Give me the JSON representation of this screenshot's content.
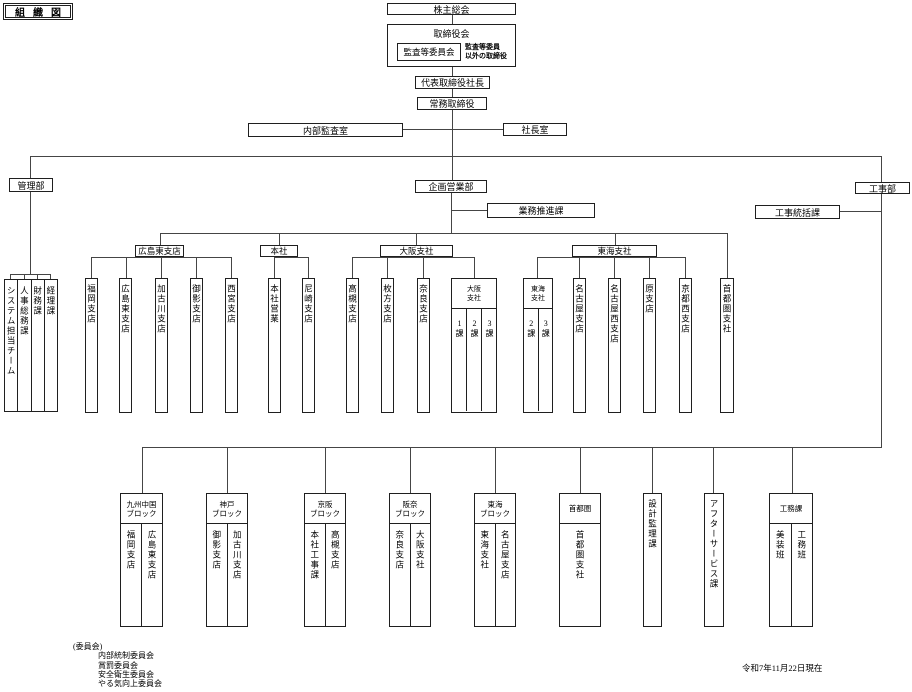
{
  "title": "組織図",
  "top": {
    "shareholders_meeting": "株主総会",
    "board_of_directors": "取締役会",
    "audit_committee": "監査等委員会",
    "non_audit_note_line1": "監査等委員",
    "non_audit_note_line2": "以外の取締役",
    "representative_director": "代表取締役社長",
    "managing_director": "常務取締役",
    "internal_audit_office": "内部監査室",
    "presidents_office": "社長室"
  },
  "admin": {
    "dept": "管理部",
    "sections": [
      "システム担当チーム",
      "人事総務課",
      "財務課",
      "経理課"
    ]
  },
  "sales": {
    "dept": "企画営業部",
    "promotion_section": "業務推進課",
    "branches": [
      {
        "name": "広島東支店",
        "offices": [
          "福岡支店",
          "広島東支店",
          "加古川支店",
          "御影支店",
          "西宮支店"
        ]
      },
      {
        "name": "本社",
        "offices": [
          "本社営業",
          "尼崎支店"
        ]
      },
      {
        "name": "大阪支社",
        "offices": [
          "高槻支店",
          "枚方支店",
          "奈良支店"
        ],
        "group_l1": "大阪",
        "group_l2": "支社",
        "group_units": [
          "1課",
          "2課",
          "3課"
        ]
      },
      {
        "name": "東海支社",
        "offices": [
          "名古屋支店",
          "名古屋西支店",
          "原支店",
          "京都西支店"
        ],
        "group_l1": "東海",
        "group_l2": "支社",
        "group_units": [
          "2課",
          "3課"
        ]
      }
    ],
    "metropolitan_office": "首都圏支社"
  },
  "construction": {
    "dept": "工事部",
    "supervision_section": "工事統括課",
    "blocks": [
      {
        "l1": "九州中国",
        "l2": "ブロック",
        "cols": [
          "福岡支店",
          "広島東支店"
        ]
      },
      {
        "l1": "神戸",
        "l2": "ブロック",
        "cols": [
          "御影支店",
          "加古川支店"
        ]
      },
      {
        "l1": "京阪",
        "l2": "ブロック",
        "cols": [
          "本社工事課",
          "高槻支店"
        ]
      },
      {
        "l1": "阪奈",
        "l2": "ブロック",
        "cols": [
          "奈良支店",
          "大阪支社"
        ]
      },
      {
        "l1": "東海",
        "l2": "ブロック",
        "cols": [
          "東海支社",
          "名古屋支店"
        ]
      },
      {
        "l1": "首都圏",
        "l2": "",
        "cols": [
          "首都圏支社"
        ]
      },
      {
        "l1": "工務課",
        "l2": "",
        "cols": [
          "美装班",
          "工務班"
        ]
      }
    ],
    "design_supervision": "設計監理課",
    "after_service": "アフターサービス課"
  },
  "committees": {
    "heading": "(委員会)",
    "items": [
      "内部統制委員会",
      "賞罰委員会",
      "安全衛生委員会",
      "やる気向上委員会"
    ]
  },
  "date_note": "令和7年11月22日現在",
  "colors": {
    "line": "#454545",
    "border": "#1f1f1f",
    "background": "#ffffff"
  }
}
